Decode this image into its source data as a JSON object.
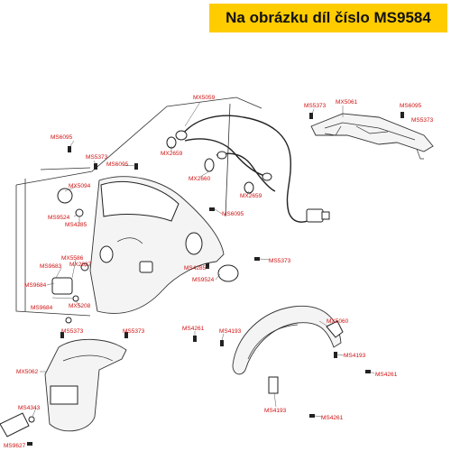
{
  "header": {
    "text": "Na obrázku díl číslo MS9584"
  },
  "colors": {
    "banner": "#ffcc00",
    "label": "#d01010",
    "line": "#222222"
  },
  "labels": {
    "mx5059": "MX5059",
    "mx5061": "MX5061",
    "ms5373_tr": "MS5373",
    "ms6095_tr": "MS6095",
    "ms5373_tr2": "MS5373",
    "ms6095_l": "MS6095",
    "ms5373_l": "MS5373",
    "ms6095_l2": "MS6095",
    "mx2659_a": "MX2659",
    "mx2660": "MX2660",
    "mx2659_b": "MX2659",
    "mx5094": "MX5094",
    "ms9524_a": "MS9524",
    "ms4285_a": "MS4285",
    "ms6095_c": "MS6095",
    "ms5373_c": "MS5373",
    "mx5586": "MX5586",
    "ms9683": "MS9683",
    "mx2627": "MX2627",
    "ms4285_b": "MS4285",
    "ms9524_b": "MS9524",
    "ms9684_a": "MS9684",
    "ms9684_b": "MS9684",
    "mx5208": "MX5208",
    "ms5373_b1": "MS5373",
    "ms5373_b2": "MS5373",
    "ms4261_a": "MS4261",
    "ms4193_a": "MS4193",
    "mx5060": "MX5060",
    "ms4193_b": "MS4193",
    "ms4261_b": "MS4261",
    "ms4193_c": "MS4193",
    "ms4261_c": "MS4261",
    "mx5062": "MX5062",
    "ms4343": "MS4343",
    "ms9627": "MS9627"
  }
}
